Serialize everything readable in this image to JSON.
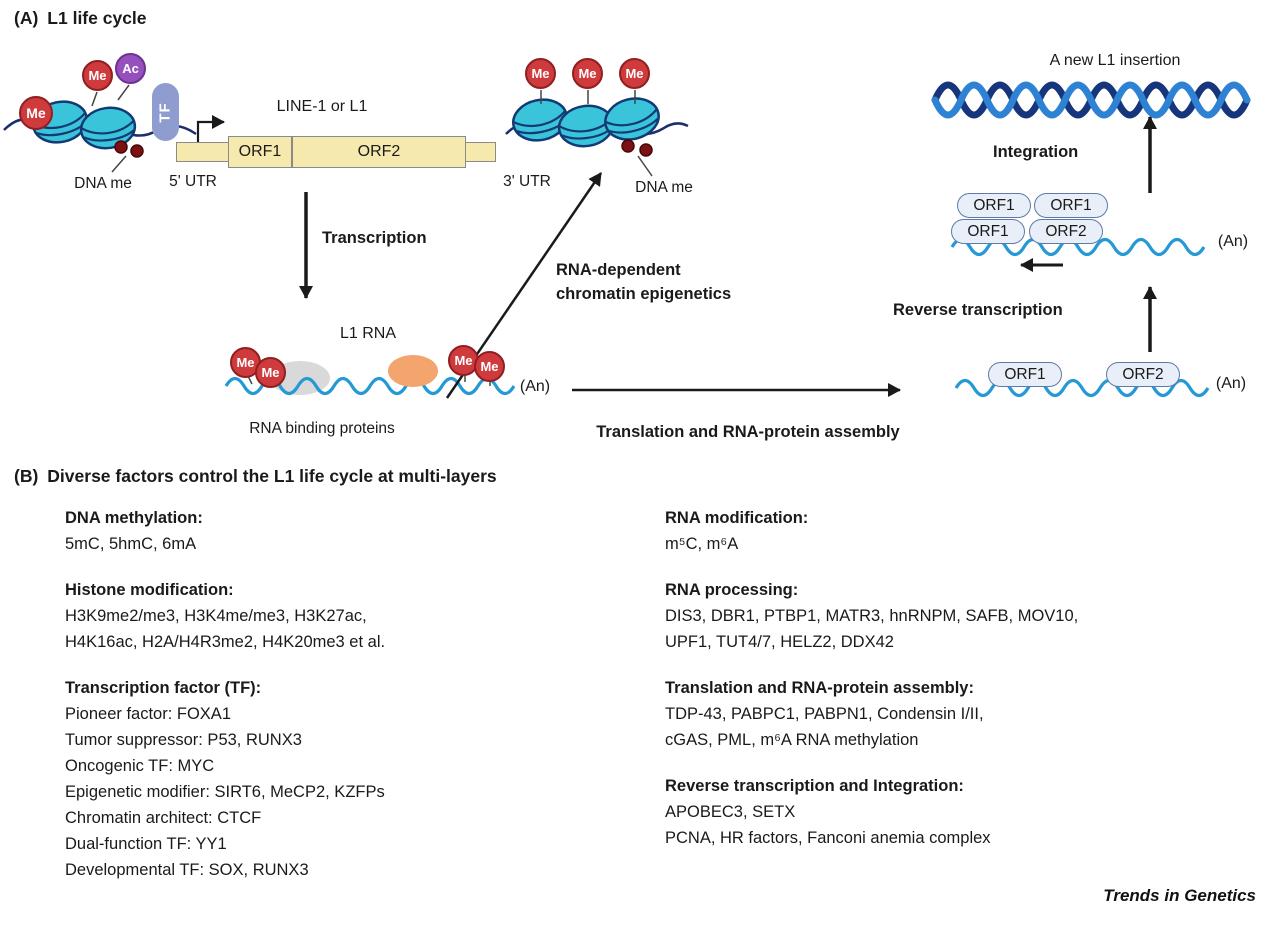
{
  "panel_a": {
    "label": "(A)",
    "title": "L1 life cycle",
    "gene_name": "LINE-1 or L1",
    "utr5": "5' UTR",
    "utr3": "3' UTR",
    "orf1": "ORF1",
    "orf2": "ORF2",
    "me": "Me",
    "ac": "Ac",
    "tf": "TF",
    "dna_me": "DNA me",
    "transcription": "Transcription",
    "l1_rna": "L1 RNA",
    "an": "(An)",
    "rna_binding_proteins": "RNA binding proteins",
    "rna_dependent_line1": "RNA-dependent",
    "rna_dependent_line2": "chromatin epigenetics",
    "translation_assembly": "Translation and RNA-protein assembly",
    "reverse_transcription": "Reverse transcription",
    "integration": "Integration",
    "new_insertion": "A new L1 insertion"
  },
  "panel_b": {
    "label": "(B)",
    "title": "Diverse factors control the L1 life cycle at multi-layers",
    "left": [
      {
        "heading": "DNA methylation:",
        "lines": [
          "5mC, 5hmC, 6mA"
        ]
      },
      {
        "heading": "Histone modification:",
        "lines": [
          "H3K9me2/me3, H3K4me/me3, H3K27ac,",
          "H4K16ac, H2A/H4R3me2, H4K20me3 et al."
        ]
      },
      {
        "heading": "Transcription factor (TF):",
        "lines": [
          "Pioneer factor: FOXA1",
          "Tumor suppressor: P53, RUNX3",
          "Oncogenic TF: MYC",
          "Epigenetic modifier: SIRT6, MeCP2, KZFPs",
          "Chromatin architect: CTCF",
          "Dual-function TF: YY1",
          "Developmental TF: SOX, RUNX3"
        ]
      }
    ],
    "right": [
      {
        "heading": "RNA modification:",
        "lines": [
          "m⁵C, m⁶A"
        ]
      },
      {
        "heading": "RNA processing:",
        "lines": [
          "DIS3, DBR1, PTBP1, MATR3, hnRNPM, SAFB, MOV10,",
          "UPF1, TUT4/7, HELZ2, DDX42"
        ]
      },
      {
        "heading": "Translation and RNA-protein assembly:",
        "lines": [
          "TDP-43, PABPC1, PABPN1, Condensin I/II,",
          "cGAS, PML, m⁶A RNA methylation"
        ]
      },
      {
        "heading": "Reverse transcription and Integration:",
        "lines": [
          "APOBEC3, SETX",
          "PCNA, HR factors, Fanconi anemia complex"
        ]
      }
    ]
  },
  "footer": {
    "journal": "Trends in Genetics"
  },
  "colors": {
    "me_mark": "#cf3a3c",
    "ac_mark": "#9550bd",
    "tf": "#8e9cd0",
    "nucleosome": "#3ac4da",
    "gene_body": "#f6e9ae",
    "rna": "#2599d6",
    "helix_dark": "#16357d",
    "helix_light": "#2e82d4",
    "dna_me_dot": "#7c1113"
  }
}
